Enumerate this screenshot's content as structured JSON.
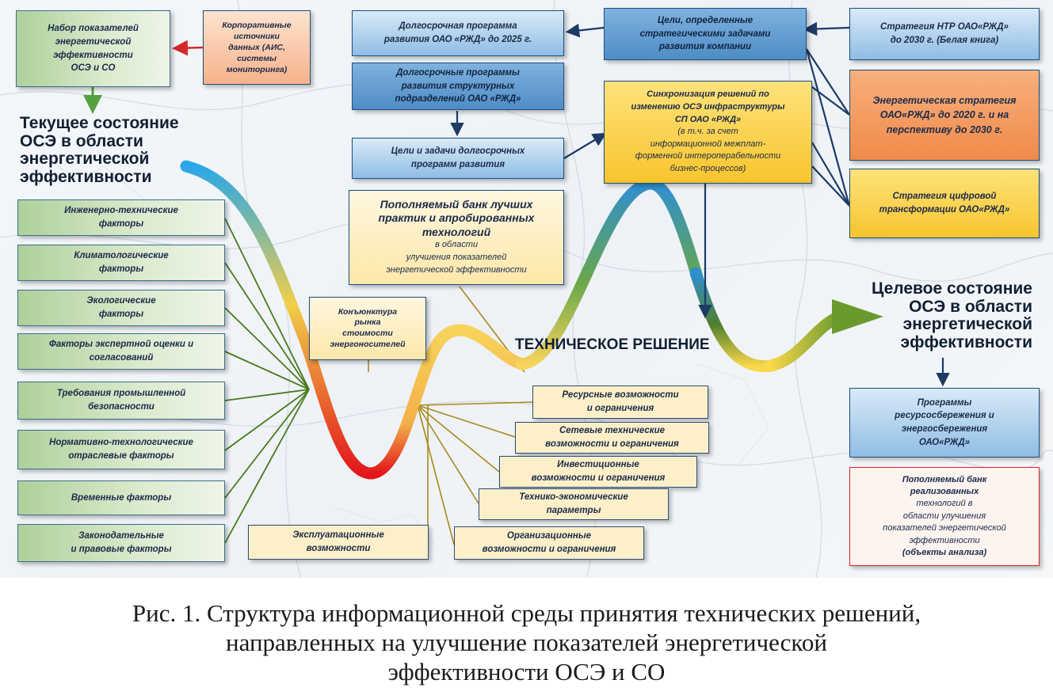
{
  "titles": {
    "current_state": "Текущее состояние\nОСЭ в области\nэнергетической\nэффективности",
    "target_state": "Целевое состояние\nОСЭ в области\nэнергетической\nэффективности",
    "technical_solution": "ТЕХНИЧЕСКОЕ РЕШЕНИЕ"
  },
  "boxes": {
    "indicators": "Набор показателей\nэнергетической\nэффективности\nОСЭ и СО",
    "corporate_sources": "Корпоративные\nисточники\nданных (АИС,\nсистемы\nмониторинга)",
    "longterm_program": "Долгосрочная программа\nразвития ОАО «РЖД» до 2025 г.",
    "longterm_programs_divisions": "Долгосрочные программы\nразвития структурных\nподразделений ОАО «РЖД»",
    "goals_tasks": "Цели и задачи долгосрочных\nпрограмм развития",
    "strategic_goals": "Цели, определенные\nстратегическими задачами\nразвития компании",
    "strategy_ntr": "Стратегия НТР ОАО«РЖД»\nдо 2030 г. (Белая книга)",
    "energy_strategy": "Энергетическая стратегия\nОАО«РЖД» до 2020 г. и на\nперспективу до 2030 г.",
    "digital_strategy": "Стратегия цифровой\nтрансформации ОАО«РЖД»",
    "sync_title": "Синхронизация решений по\nизменению ОСЭ инфраструктуры\nСП ОАО «РЖД»",
    "sync_note": "(в т.ч. за счет\nинформационной межплат-\nформенной интероперабельности\nбизнес-процессов)",
    "best_practices_title": "Пополняемый банк лучших\nпрактик и апробированных\nтехнологий",
    "best_practices_note": "в области\nулучшения показателей\nэнергетической эффективности",
    "market_conditions": "Конъюнктура\nрынка\nстоимости\nэнергоносителей",
    "programs_resource": "Программы\nресурсосбережения и\nэнергосбережения\nОАО«РЖД»",
    "bank_realized_bold": "Пополняемый банк\nреализованных",
    "bank_realized_note": "технологий в\nобласти улучшения\nпоказателей энергетической\nэффективности",
    "bank_realized_tail": "(объекты анализа)"
  },
  "left_factors": [
    "Инженерно-технические\nфакторы",
    "Климатологические\nфакторы",
    "Экологические\nфакторы",
    "Факторы экспертной оценки и\nсогласований",
    "Требования промышленной\nбезопасности",
    "Нормативно-технологические\nотраслевые факторы",
    "Временные факторы",
    "Законодательные\nи правовые факторы"
  ],
  "right_factors": [
    "Ресурсные возможности\nи ограничения",
    "Сетевые технические\nвозможности и ограничения",
    "Инвестиционные\nвозможности и ограничения",
    "Технико-экономические\nпараметры",
    "Организационные\nвозможности и ограничения"
  ],
  "operational": "Эксплуатационные\nвозможности",
  "caption": {
    "line1": "Рис. 1. Структура информационной среды принятия технических решений,",
    "line2": "направленных на улучшение показателей энергетической",
    "line3": "эффективности ОСЭ и СО"
  },
  "colors": {
    "curve": [
      "#2aa7e8",
      "#f0cf4a",
      "#e2161b",
      "#f7d35b",
      "#2f8fd0",
      "#4f7f2e",
      "#fad84a",
      "#6a9a2e"
    ],
    "green_line": "#4a7a1e",
    "olive_line": "#a8891e",
    "navy_arrow": "#1e3a66",
    "red_arrow": "#d4282a",
    "green_arrow": "#55a040"
  }
}
